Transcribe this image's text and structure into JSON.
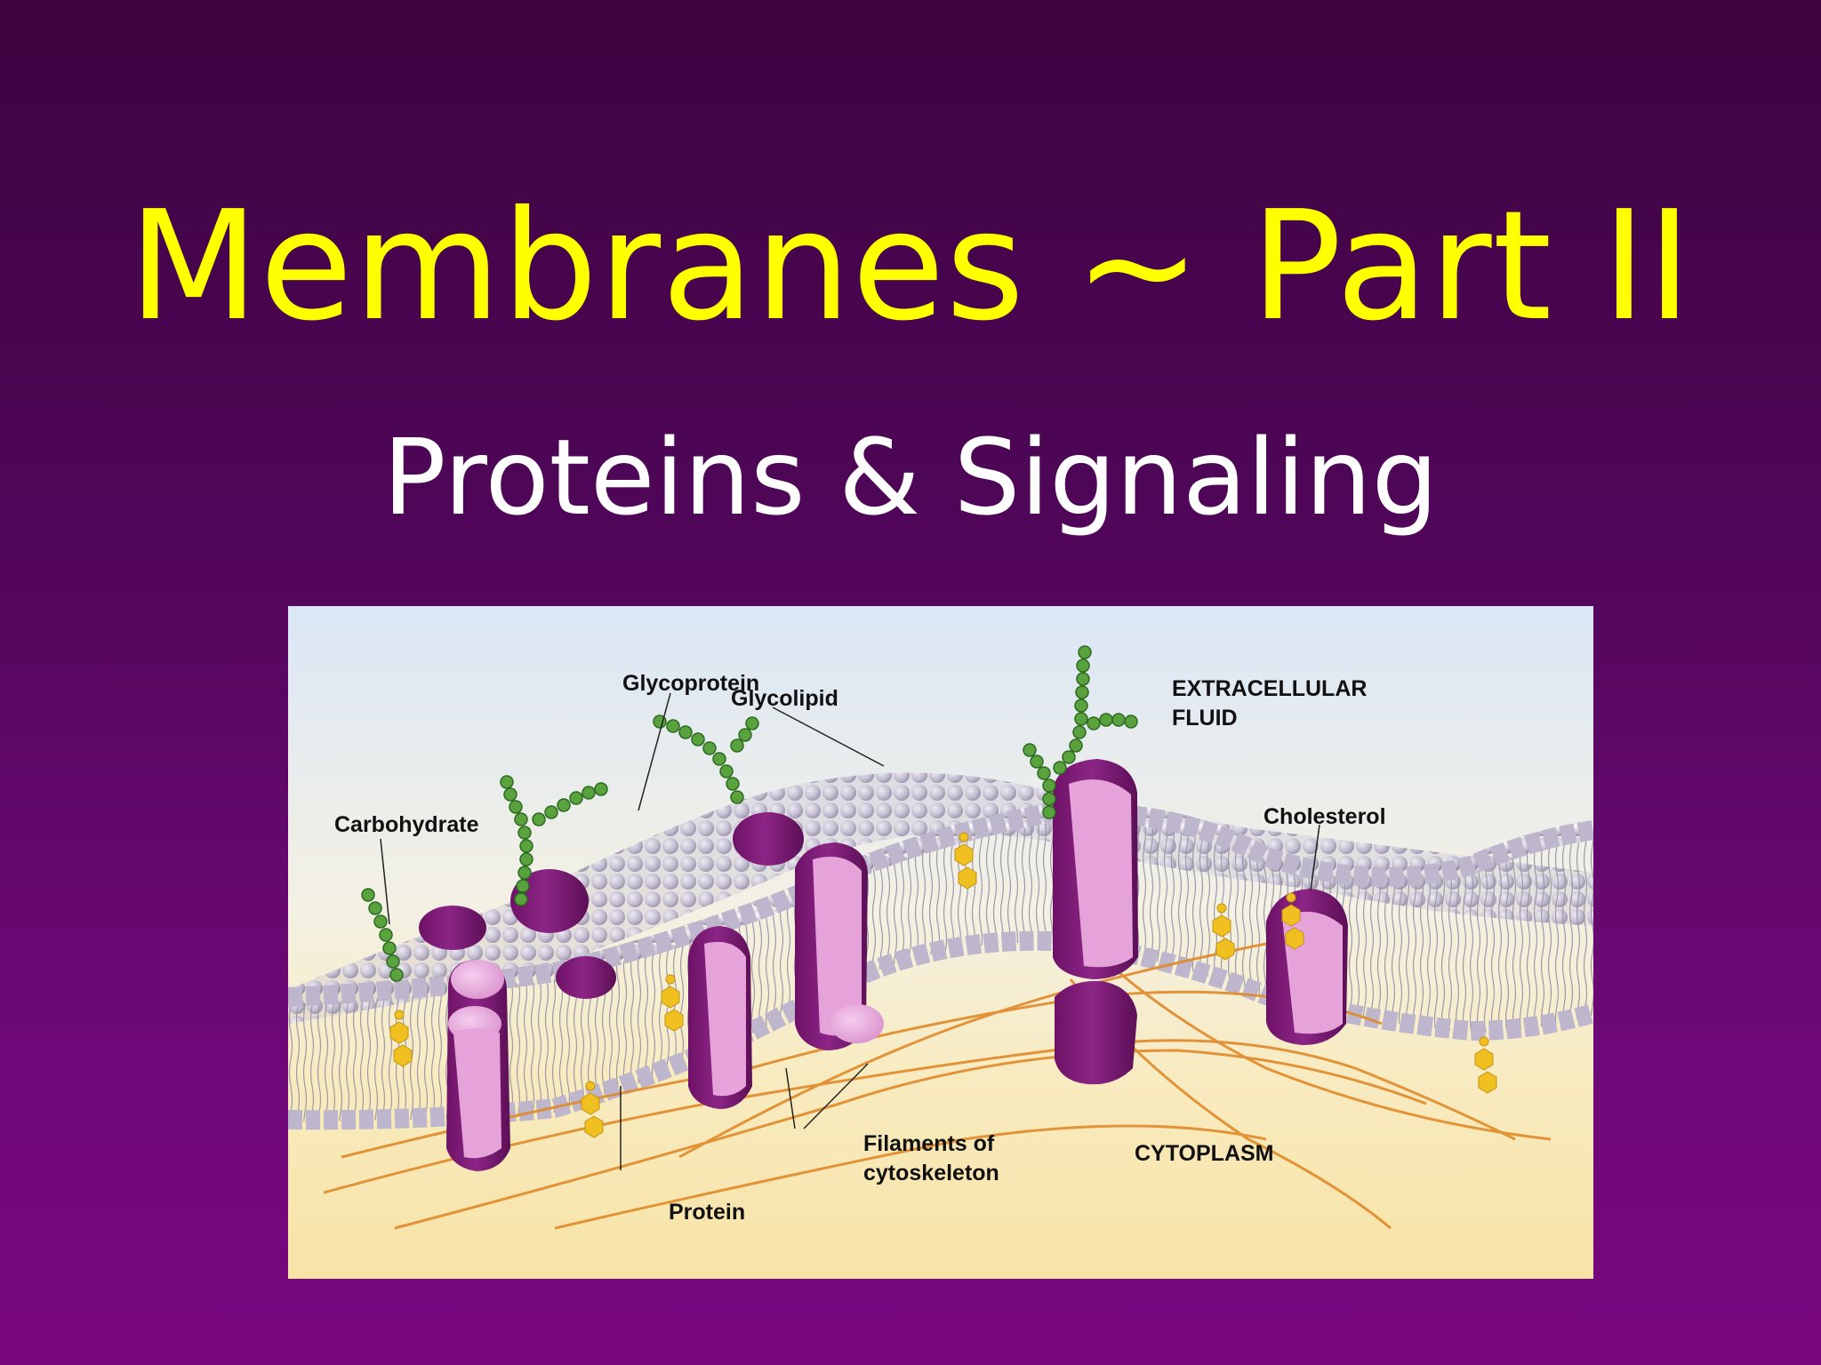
{
  "slide": {
    "title": "Membranes ~ Part II",
    "subtitle": "Proteins & Signaling"
  },
  "diagram": {
    "labels": {
      "glycoprotein": "Glycoprotein",
      "glycolipid": "Glycolipid",
      "extracellular_line1": "EXTRACELLULAR",
      "extracellular_line2": "FLUID",
      "carbohydrate": "Carbohydrate",
      "cholesterol": "Cholesterol",
      "filaments_line1": "Filaments of",
      "filaments_line2": "cytoskeleton",
      "cytoplasm": "CYTOPLASM",
      "protein": "Protein"
    }
  },
  "colors": {
    "title": "#ffff00",
    "subtitle": "#ffffff",
    "background_top": "#3d0440",
    "background_bottom": "#79077f",
    "protein_fill": "#e8a6dc",
    "protein_dark": "#7a1670",
    "carbohydrate": "#4f9a3a",
    "cholesterol": "#f0c020",
    "filament": "#e08a2a"
  }
}
